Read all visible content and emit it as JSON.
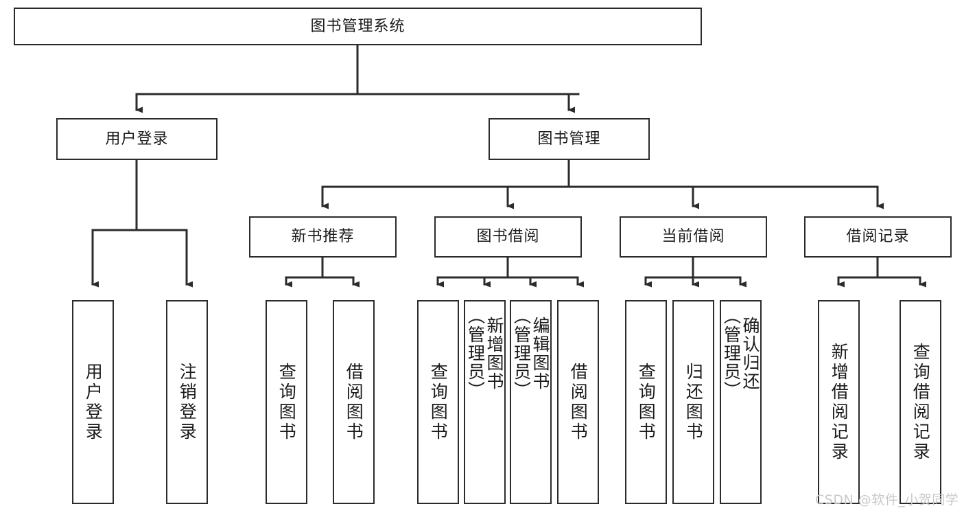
{
  "diagram": {
    "type": "tree",
    "title": "图书管理系统",
    "watermark": "CSDN @软件_小贺同学",
    "colors": {
      "border": "#2b2b2b",
      "background": "#ffffff",
      "text": "#1a1a1a",
      "watermark": "#c9c9c9"
    },
    "root": {
      "label": "图书管理系统"
    },
    "level1": [
      {
        "label": "用户登录"
      },
      {
        "label": "图书管理"
      }
    ],
    "level2": [
      {
        "label": "新书推荐"
      },
      {
        "label": "图书借阅"
      },
      {
        "label": "当前借阅"
      },
      {
        "label": "借阅记录"
      }
    ],
    "leaves": {
      "user_login": [
        {
          "label": "用户登录"
        },
        {
          "label": "注销登录"
        }
      ],
      "new_book_recommend": [
        {
          "label": "查询图书"
        },
        {
          "label": "借阅图书"
        }
      ],
      "book_borrow": [
        {
          "label": "查询图书"
        },
        {
          "label": "新增图书\n（管理员）"
        },
        {
          "label": "编辑图书\n（管理员）"
        },
        {
          "label": "借阅图书"
        }
      ],
      "current_borrow": [
        {
          "label": "查询图书"
        },
        {
          "label": "归还图书"
        },
        {
          "label": "确认归还\n（管理员）"
        }
      ],
      "borrow_record": [
        {
          "label": "新增借阅记录"
        },
        {
          "label": "查询借阅记录"
        }
      ]
    }
  }
}
